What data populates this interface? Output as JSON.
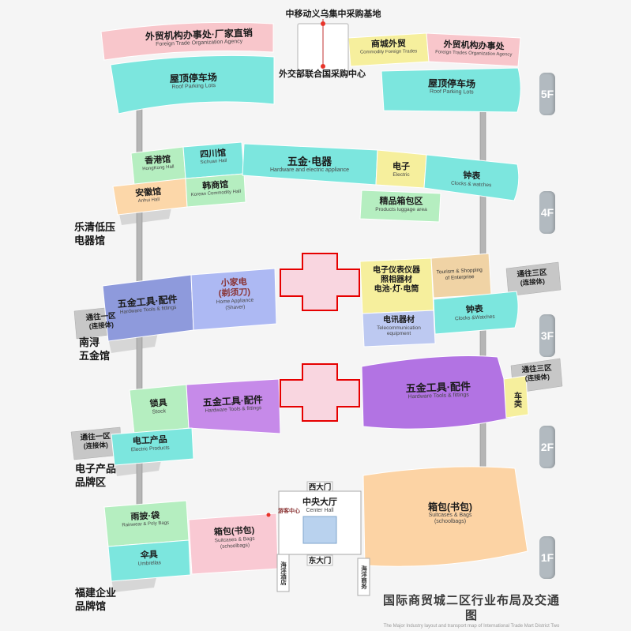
{
  "title": {
    "cn": "国际商贸城二区行业布局及交通图",
    "en": "The Major Industry layout and transport map of International Trade Mart District Two"
  },
  "floor_tags": {
    "f5": "5F",
    "f4": "4F",
    "f3": "3F",
    "f2": "2F",
    "f1": "1F"
  },
  "colors": {
    "pink": "#f8c6cb",
    "cyan": "#7ce6de",
    "yellow": "#f6ef9d",
    "green": "#b5eec0",
    "peach": "#fcd7a9",
    "blue_purple": "#8e9adc",
    "periwinkle": "#adb9f3",
    "light_blue": "#bdc9f1",
    "tan": "#f0d3a5",
    "purple": "#c68ae9",
    "deep_purple": "#b273e3",
    "orange": "#fcd3a4",
    "salmon_pink": "#f9c9d3",
    "connector_gray": "#c7c7c7",
    "shadow_gray": "#d6d6d6",
    "cross_fill": "#f9d6e0",
    "cross_red": "#e60000",
    "dot_red": "#e8342a",
    "shaft_gray": "#b5b5b5",
    "hall_blue": "#b9d2ee",
    "tag_gray": "#b2bac0"
  },
  "f5": {
    "mobile_base": "中移动义乌集中采购基地",
    "un_procurement": "外交部联合国采购中心",
    "office_left": {
      "cn": "外贸机构办事处·厂家直销",
      "en": "Foreign Trade Organization Agency"
    },
    "commodity": {
      "cn": "商城外贸",
      "en": "Commodity Foreign Trades"
    },
    "office_right": {
      "cn": "外贸机构办事处",
      "en": "Foreign Trades Organization Agency"
    },
    "parking_left": {
      "cn": "屋顶停车场",
      "en": "Roof Parking Lots"
    },
    "parking_right": {
      "cn": "屋顶停车场",
      "en": "Roof Parking Lots"
    }
  },
  "f4": {
    "hongkong": {
      "cn": "香港馆",
      "en": "HongKong Hall"
    },
    "sichuan": {
      "cn": "四川馆",
      "en": "Sichuan Hall"
    },
    "anhui": {
      "cn": "安徽馆",
      "en": "Anhui Hall"
    },
    "korean": {
      "cn": "韩商馆",
      "en": "Korean Commodity Hall"
    },
    "hardware_electric": {
      "cn": "五金·电器",
      "en": "Hardware and electric appliance"
    },
    "electric": {
      "cn": "电子",
      "en": "Electric"
    },
    "clocks": {
      "cn": "钟表",
      "en": "Clocks & watches"
    },
    "luggage": {
      "cn": "精品箱包区",
      "en": "Products luggage area"
    },
    "side_note": {
      "line1": "乐清低压",
      "line2": "电器馆"
    }
  },
  "f3": {
    "hardware_tools": {
      "cn": "五金工具·配件",
      "en": "Hardware Tools & fittings"
    },
    "home_appliance": {
      "cn1": "小家电",
      "cn2": "(剃须刀)",
      "en1": "Home Appliance",
      "en2": "(Shaver)"
    },
    "instruments": {
      "line1": "电子仪表仪器",
      "line2": "照相器材",
      "line3": "电池·灯·电筒"
    },
    "tourism": {
      "en1": "Tourism & Shopping",
      "en2": "of Enterprise"
    },
    "telecom": {
      "cn": "电讯器材",
      "en1": "Telecommunication",
      "en2": "equipment"
    },
    "clocks": {
      "cn": "钟表",
      "en": "Clocks &Watches"
    },
    "to_district3": {
      "line1": "通往三区",
      "line2": "(连接体)"
    },
    "to_district1": {
      "line1": "通往一区",
      "line2": "(连接体)"
    },
    "side_note": {
      "line1": "南浔",
      "line2": "五金馆"
    }
  },
  "f2": {
    "locks": {
      "cn": "锁具",
      "en": "Stock"
    },
    "hardware_left": {
      "cn": "五金工具·配件",
      "en": "Hardware Tools & fittings"
    },
    "hardware_right": {
      "cn": "五金工具·配件",
      "en": "Hardware Tools & fittings"
    },
    "vehicles": "车类",
    "electric_products": {
      "cn": "电工产品",
      "en": "Electric Products"
    },
    "to_district3": {
      "line1": "通往三区",
      "line2": "(连接体)"
    },
    "to_district1": {
      "line1": "通往一区",
      "line2": "(连接体)"
    },
    "side_note": {
      "line1": "电子产品",
      "line2": "品牌区"
    }
  },
  "f1": {
    "rainwear": {
      "cn": "雨披·袋",
      "en": "Rainwear & Poly Bags"
    },
    "bags_left": {
      "cn": "箱包(书包)",
      "en1": "Suitcases & Bags",
      "en2": "(schoolbags)"
    },
    "umbrellas": {
      "cn": "伞具",
      "en": "Umbrellas"
    },
    "center_hall": {
      "cn": "中央大厅",
      "en": "Center Hall"
    },
    "west_gate": "西大门",
    "east_gate": "东大门",
    "visitor_center": "游客中心",
    "bags_right": {
      "cn": "箱包(书包)",
      "en1": "Suitcases & Bags",
      "en2": "(schoolbags)"
    },
    "ocean_hotel": "海洋酒店",
    "ocean_business": "海洋商务",
    "side_note": {
      "line1": "福建企业",
      "line2": "品牌馆"
    }
  }
}
